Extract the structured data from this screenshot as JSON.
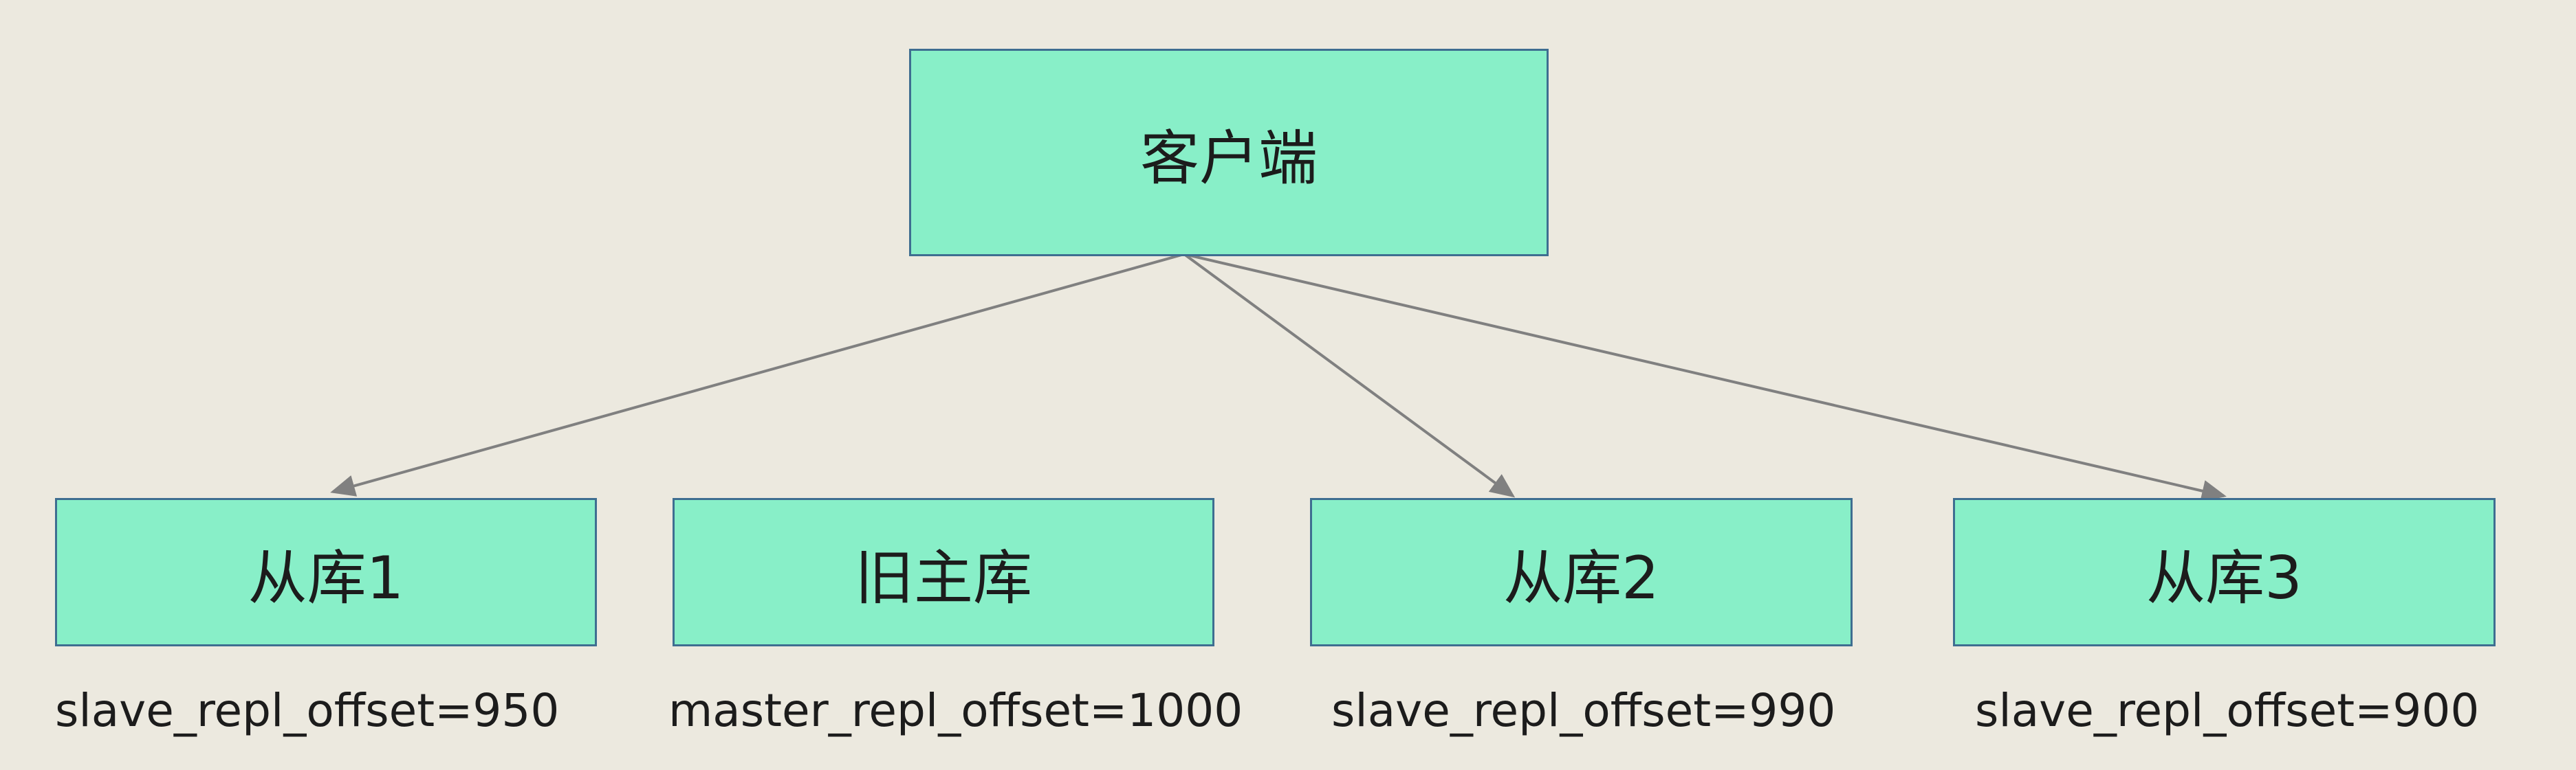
{
  "nodes": {
    "client": "客户端",
    "slave1": "从库1",
    "old_master": "旧主库",
    "slave2": "从库2",
    "slave3": "从库3"
  },
  "offsets": {
    "slave1": "slave_repl_offset=950",
    "old_master": "master_repl_offset=1000",
    "slave2": "slave_repl_offset=990",
    "slave3": "slave_repl_offset=900"
  },
  "edges": [
    {
      "from": "client",
      "to": "slave1"
    },
    {
      "from": "client",
      "to": "slave2"
    },
    {
      "from": "client",
      "to": "slave3"
    }
  ],
  "colors": {
    "background": "#ece9df",
    "node_fill": "#88efc8",
    "node_border": "#3e6e91",
    "edge": "#808080"
  }
}
